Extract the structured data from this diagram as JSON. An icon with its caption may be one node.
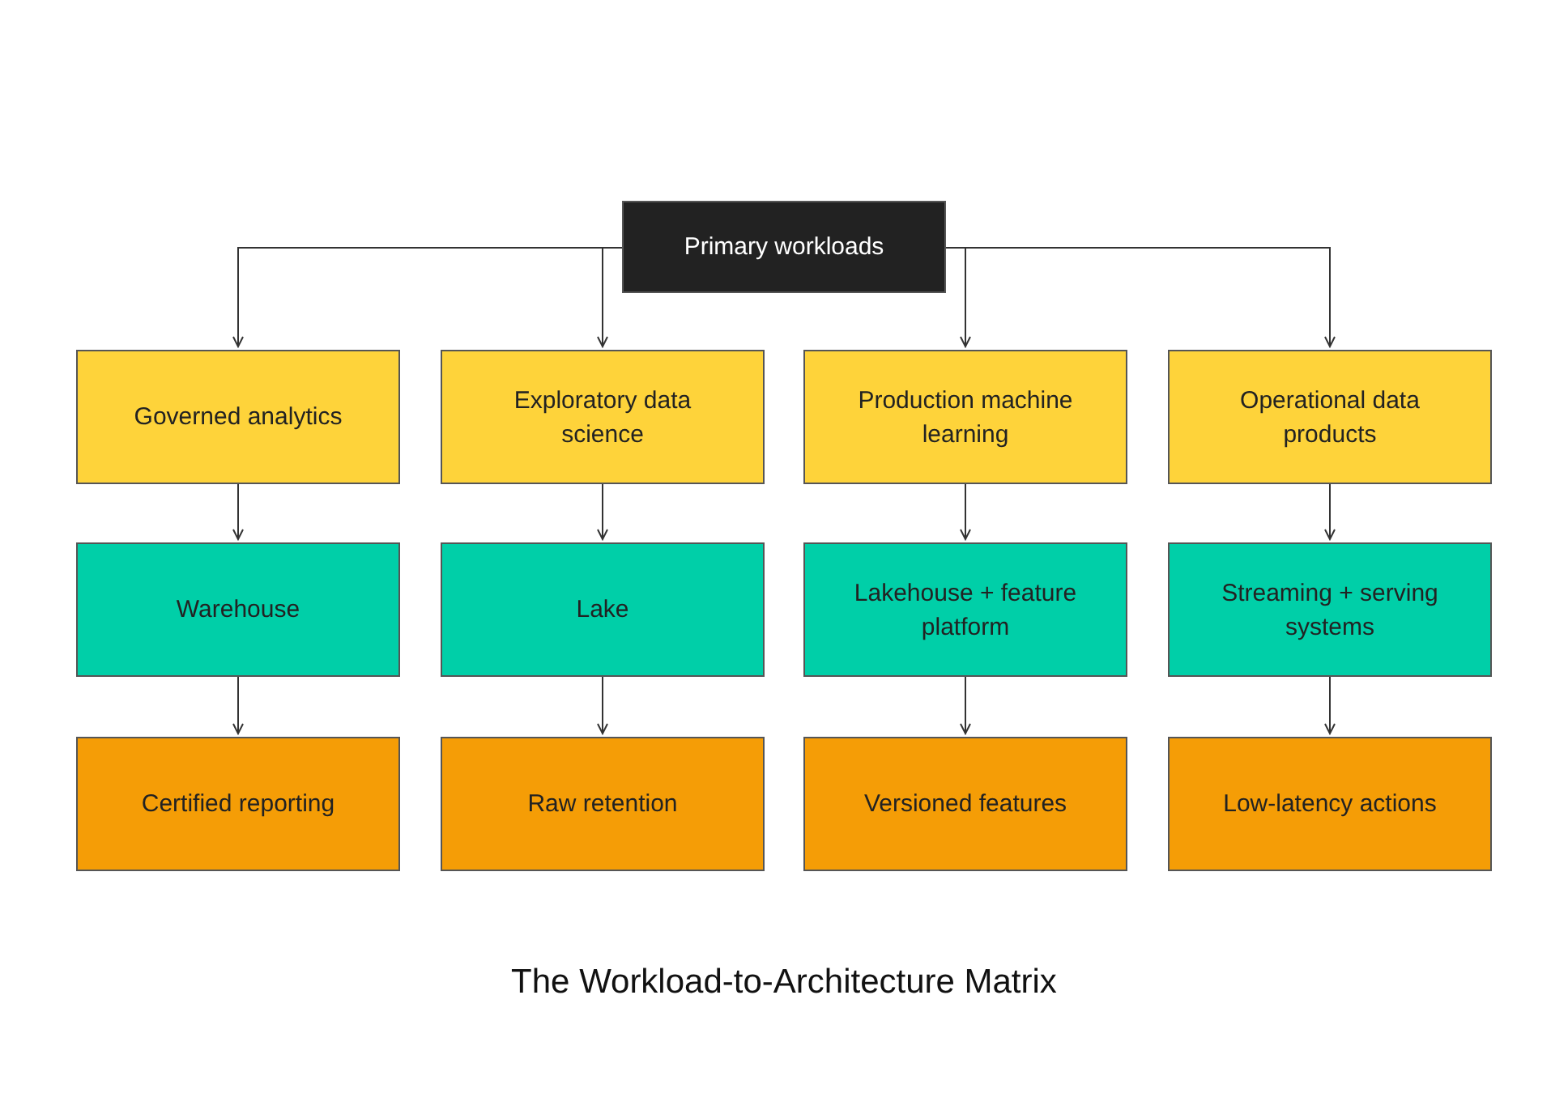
{
  "diagram": {
    "caption": "The Workload-to-Architecture Matrix",
    "nodes": [
      {
        "text": [
          "Primary workloads"
        ]
      },
      {
        "text": [
          "Governed analytics"
        ]
      },
      {
        "text": [
          "Exploratory data science"
        ]
      },
      {
        "text": [
          "Production machine learning"
        ]
      },
      {
        "text": [
          "Operational data products"
        ]
      },
      {
        "text": [
          "Warehouse"
        ]
      },
      {
        "text": [
          "Lake"
        ]
      },
      {
        "text": [
          "Lakehouse + feature platform"
        ]
      },
      {
        "text": [
          "Streaming + serving systems"
        ]
      },
      {
        "text": [
          "Certified reporting"
        ]
      },
      {
        "text": [
          "Raw retention"
        ]
      },
      {
        "text": [
          "Versioned features"
        ]
      },
      {
        "text": [
          "Low-latency actions"
        ]
      }
    ],
    "edges": [
      {
        "from": 0,
        "to": 1,
        "arrow": "to"
      },
      {
        "from": 0,
        "to": 2,
        "arrow": "to"
      },
      {
        "from": 0,
        "to": 3,
        "arrow": "to"
      },
      {
        "from": 0,
        "to": 4,
        "arrow": "to"
      },
      {
        "from": 1,
        "to": 5,
        "arrow": "to"
      },
      {
        "from": 2,
        "to": 6,
        "arrow": "to"
      },
      {
        "from": 3,
        "to": 7,
        "arrow": "to"
      },
      {
        "from": 4,
        "to": 8,
        "arrow": "to"
      },
      {
        "from": 5,
        "to": 9,
        "arrow": "to"
      },
      {
        "from": 6,
        "to": 10,
        "arrow": "to"
      },
      {
        "from": 7,
        "to": 11,
        "arrow": "to"
      },
      {
        "from": 8,
        "to": 12,
        "arrow": "to"
      }
    ]
  }
}
